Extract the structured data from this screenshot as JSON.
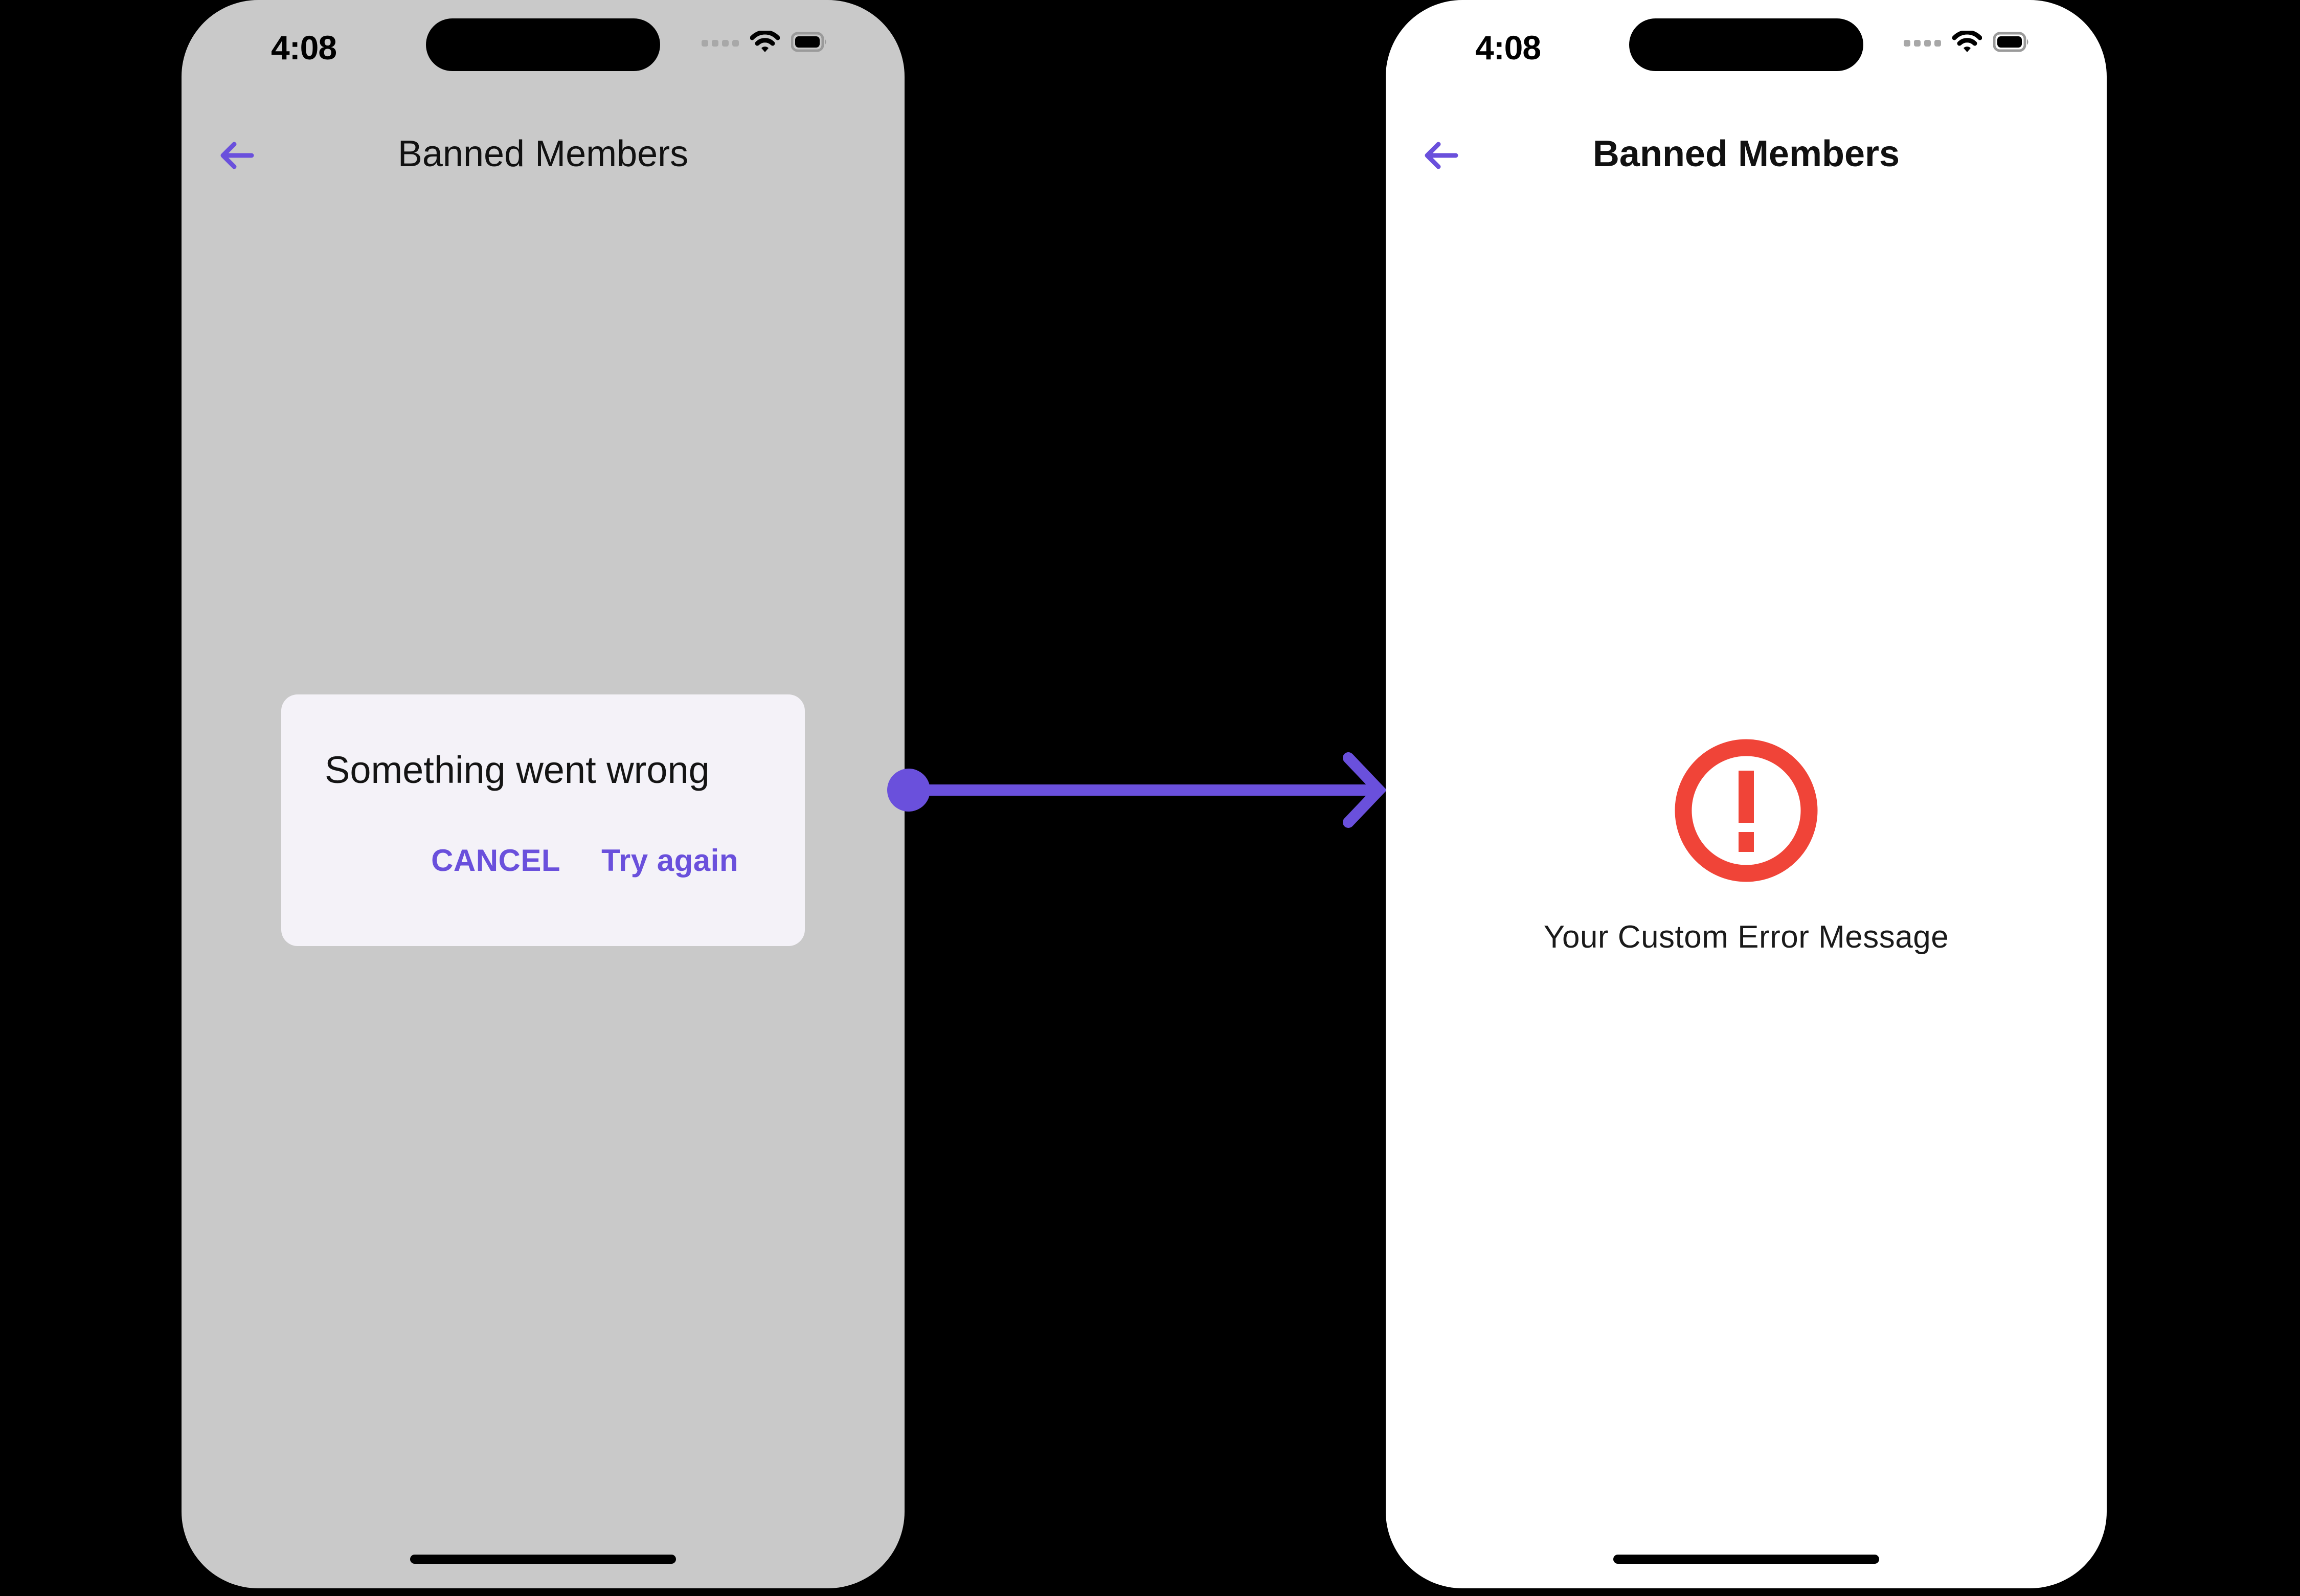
{
  "theme": {
    "accent_purple": "#6A50DC",
    "error_red": "#F04438",
    "scrim_grey": "#C9C9C9",
    "dialog_bg": "#F4F2F8",
    "phone_bg_white": "#FFFFFF",
    "canvas_black": "#000000"
  },
  "phones": [
    {
      "id": "before",
      "status_bar": {
        "time": "4:08",
        "cellular_icon": "cellular-dots-icon",
        "wifi_icon": "wifi-icon",
        "battery_icon": "battery-full-icon"
      },
      "nav": {
        "back_icon": "back-arrow-icon",
        "title": "Banned Members"
      },
      "dialog": {
        "title": "Something went wrong",
        "cancel_label": "CANCEL",
        "retry_label": "Try again"
      },
      "home_indicator": "home-indicator"
    },
    {
      "id": "after",
      "status_bar": {
        "time": "4:08",
        "cellular_icon": "cellular-dots-icon",
        "wifi_icon": "wifi-icon",
        "battery_icon": "battery-full-icon"
      },
      "nav": {
        "back_icon": "back-arrow-icon",
        "title": "Banned Members"
      },
      "error_state": {
        "icon": "error-circle-exclamation-icon",
        "message": "Your Custom Error Message"
      },
      "home_indicator": "home-indicator"
    }
  ],
  "connector": {
    "icon": "arrow-right-connector",
    "label": ""
  }
}
